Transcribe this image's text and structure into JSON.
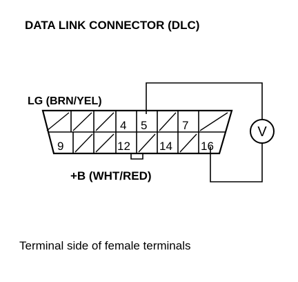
{
  "title": "DATA LINK CONNECTOR (DLC)",
  "wire_labels": {
    "lg": "LG (BRN/YEL)",
    "plus_b": "+B (WHT/RED)"
  },
  "pins": {
    "pin4": "4",
    "pin5": "5",
    "pin7": "7",
    "pin9": "9",
    "pin12": "12",
    "pin14": "14",
    "pin16": "16"
  },
  "meter_symbol": "V",
  "caption": "Terminal side of female terminals"
}
